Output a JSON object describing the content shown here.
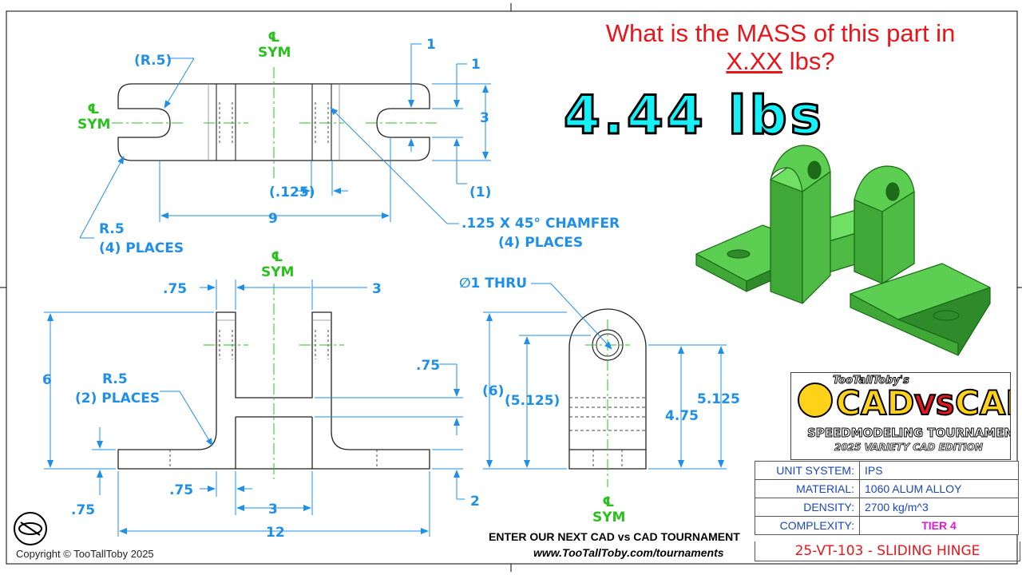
{
  "question": {
    "line1": "What is the MASS of this part in",
    "line2_unit": "X.XX",
    "line2_rest": " lbs?"
  },
  "answer": "4.44 lbs",
  "centerline": {
    "symbol": "℄",
    "label": "SYM"
  },
  "top_view": {
    "r5_ref": "(R.5)",
    "r5_places": "R.5",
    "r5_places_count": "(4) PLACES",
    "dim_1a": "1",
    "dim_1b": "1",
    "dim_3": "3",
    "dim_1c": "(1)",
    "dim_125": "(.125)",
    "dim_9": "9",
    "chamfer": ".125 X 45° CHAMFER",
    "chamfer_places": "(4) PLACES"
  },
  "front_view": {
    "dim_75_top": ".75",
    "dim_3_top": "3",
    "dim_6": "6",
    "r5": "R.5",
    "r5_places": "(2) PLACES",
    "dim_75_right": ".75",
    "dim_2": "2",
    "dim_75_bottom": ".75",
    "dim_75_left": ".75",
    "dim_3_bottom": "3",
    "dim_12": "12"
  },
  "side_view": {
    "thru": "∅1 THRU",
    "dim_6": "(6)",
    "dim_5125_ref": "(5.125)",
    "dim_475": "4.75",
    "dim_5125": "5.125"
  },
  "logo": {
    "top": "TooTallToby's",
    "main_left": "CAD",
    "main_vs": "VS",
    "main_right": "CAD",
    "sub": "SPEEDMODELING TOURNAMENT",
    "edition": "2025 VARIETY CAD EDITION"
  },
  "title_block": [
    {
      "key": "UNIT SYSTEM:",
      "value": "IPS"
    },
    {
      "key": "MATERIAL:",
      "value": "1060 ALUM ALLOY"
    },
    {
      "key": "DENSITY:",
      "value": "2700 kg/m^3"
    },
    {
      "key": "COMPLEXITY:",
      "value": "TIER 4"
    }
  ],
  "drawing_id": "25-VT-103 - SLIDING HINGE",
  "promo": {
    "line1": "ENTER OUR NEXT CAD vs CAD TOURNAMENT",
    "line2": "www.TooTallToby.com/tournaments"
  },
  "copyright": "Copyright © TooTallToby 2025",
  "colors": {
    "dimension": "#1f8fe8",
    "centerline": "#2bc01f",
    "question": "#e8151b",
    "answer": "#18f0f8",
    "part": "#63d95a",
    "tier": "#e01ad0"
  }
}
